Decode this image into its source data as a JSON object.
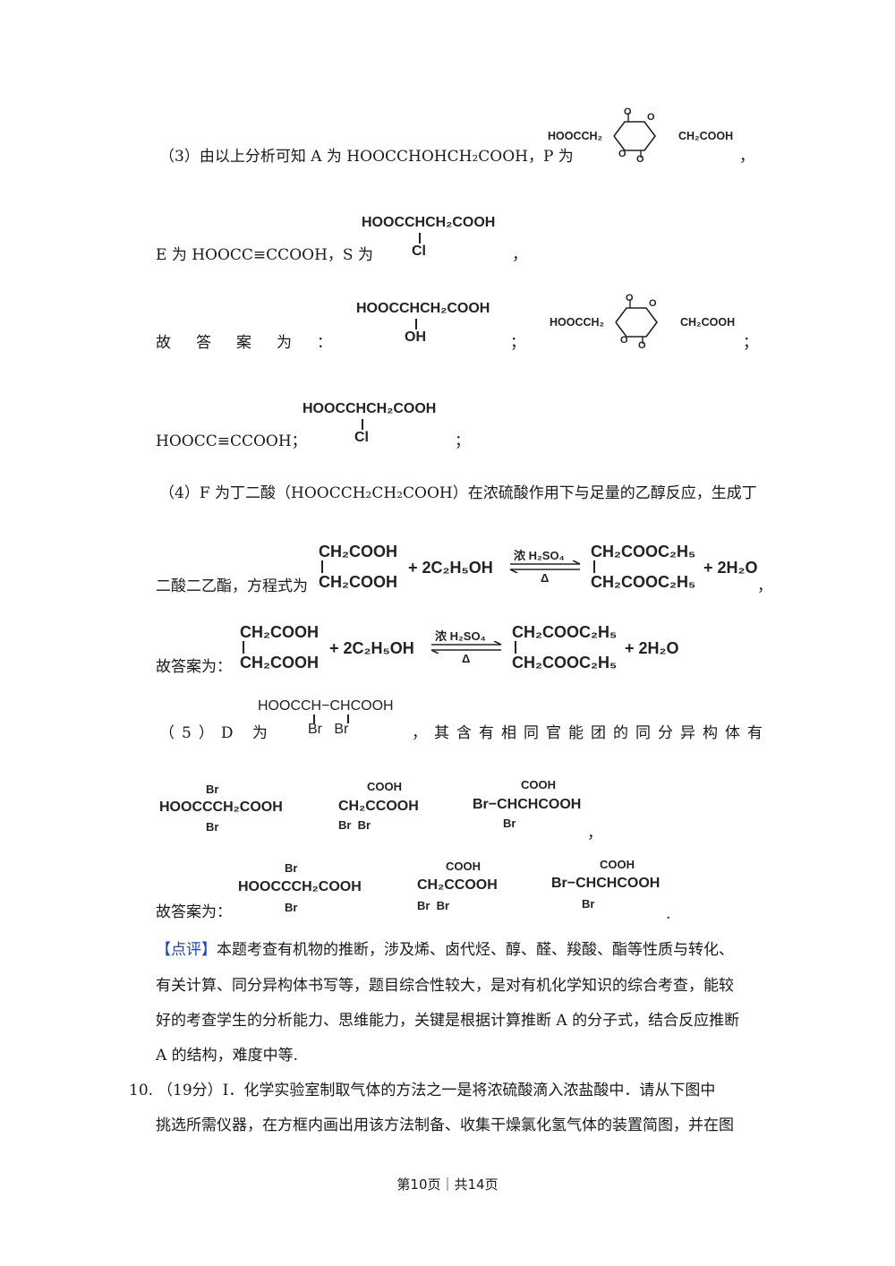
{
  "part3": {
    "line1_prefix": "（3）由以上分析可知 A 为 HOOCCHOHCH₂COOH，P 为",
    "ring_left": "HOOCCH₂",
    "ring_right": "CH₂COOH",
    "ring_O": "O",
    "comma": "，",
    "E_line": "E 为 HOOCC≡CCOOH，S 为",
    "s_main": "HOOCCHCH₂COOH",
    "s_sub": "Cl",
    "s_tail": "，",
    "answer_label": "故答案为：",
    "a_main": "HOOCCHCH₂COOH",
    "a_sub": "OH",
    "semicolon": "；",
    "E_answer": "HOOCC≡CCOOH；",
    "b_main": "HOOCCHCH₂COOH",
    "b_sub": "Cl"
  },
  "part4": {
    "line1": "（4）F 为丁二酸（HOOCCH₂CH₂COOH）在浓硫酸作用下与足量的乙醇反应，生成丁",
    "line2_prefix": "二酸二乙酯，方程式为",
    "r_top": "CH₂COOH",
    "r_bot": "CH₂COOH",
    "plus_ethanol": "+ 2C₂H₅OH",
    "cond_top": "浓 H₂SO₄",
    "cond_bot": "Δ",
    "p_top": "CH₂COOC₂H₅",
    "p_bot": "CH₂COOC₂H₅",
    "plus_water": "+ 2H₂O",
    "tail": "，",
    "answer_label": "故答案为："
  },
  "part5": {
    "prefix": "（5）D 为",
    "d_main": "HOOCCH−CHCOOH",
    "d_sub": "Br   Br",
    "suffix": "，其含有相同官能团的同分异构体有",
    "iso1_top": "Br",
    "iso1_main": "HOOCCCH₂COOH",
    "iso1_bot": "Br",
    "iso2_top": "COOH",
    "iso2_main": "CH₂CCOOH",
    "iso2_bot": "Br  Br",
    "iso3_top": "COOH",
    "iso3_main": "Br−CHCHCOOH",
    "iso3_bot": "Br",
    "comma": "，",
    "answer_label": "故答案为：",
    "period": "."
  },
  "comment": {
    "tag": "【点评】",
    "line1": "本题考查有机物的推断，涉及烯、卤代烃、醇、醛、羧酸、酯等性质与转化、",
    "line2": "有关计算、同分异构体书写等，题目综合性较大，是对有机化学知识的综合考查，能较",
    "line3": "好的考查学生的分析能力、思维能力，关键是根据计算推断 A 的分子式，结合反应推断",
    "line4": "A 的结构，难度中等."
  },
  "q10": {
    "number": "10.",
    "line1": "（19分）Ⅰ．化学实验室制取气体的方法之一是将浓硫酸滴入浓盐酸中．请从下图中",
    "line2": "挑选所需仪器，在方框内画出用该方法制备、收集干燥氯化氢气体的装置简图，并在图"
  },
  "footer": {
    "text": "第10页｜共14页"
  }
}
